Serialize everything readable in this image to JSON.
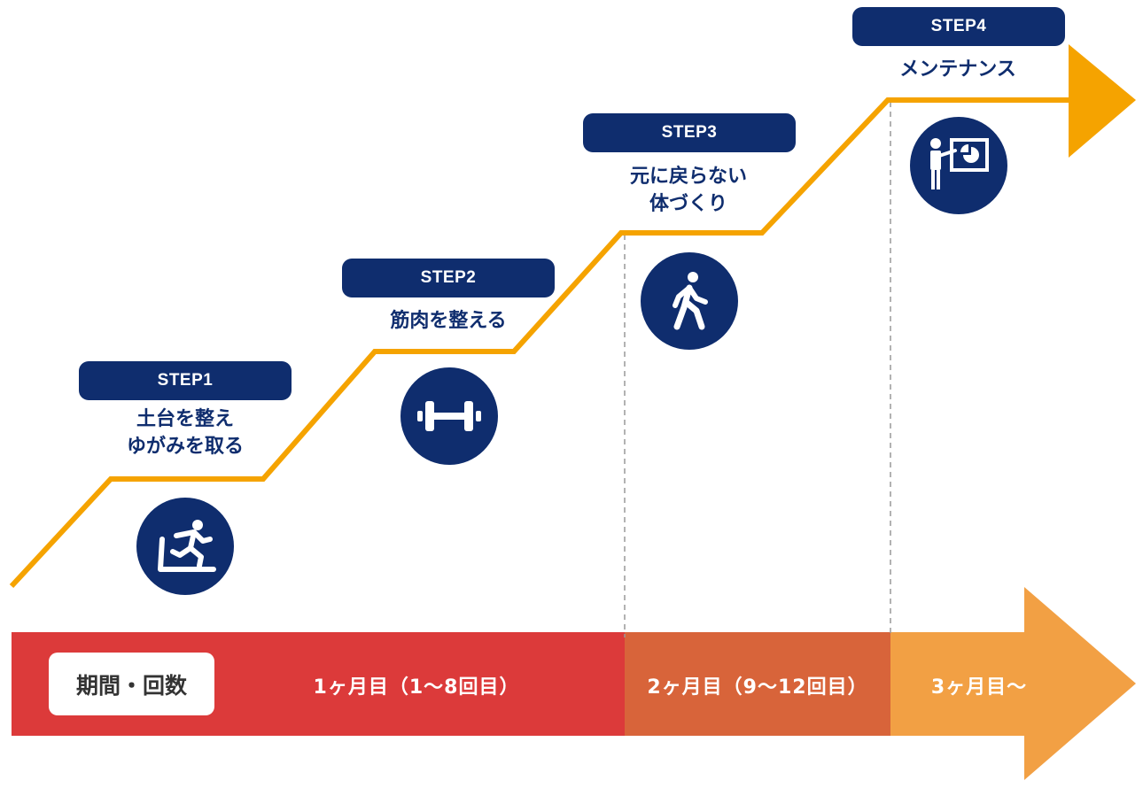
{
  "colors": {
    "navy": "#0f2d6e",
    "orange_line": "#f5a300",
    "phase1": "#dc3a3a",
    "phase2": "#d8643a",
    "phase3": "#f2a044"
  },
  "steps": [
    {
      "label": "STEP1",
      "title": "土台を整え\nゆがみを取る",
      "icon": "treadmill-icon"
    },
    {
      "label": "STEP2",
      "title": "筋肉を整える",
      "icon": "dumbbell-icon"
    },
    {
      "label": "STEP3",
      "title": "元に戻らない\n体づくり",
      "icon": "walking-person-icon"
    },
    {
      "label": "STEP4",
      "title": "メンテナンス",
      "icon": "presentation-icon"
    }
  ],
  "timeline": {
    "label": "期間・回数",
    "phases": [
      {
        "text": "1ヶ月目（1〜8回目）"
      },
      {
        "text": "2ヶ月目（9〜12回目）"
      },
      {
        "text": "3ヶ月目〜"
      }
    ]
  }
}
